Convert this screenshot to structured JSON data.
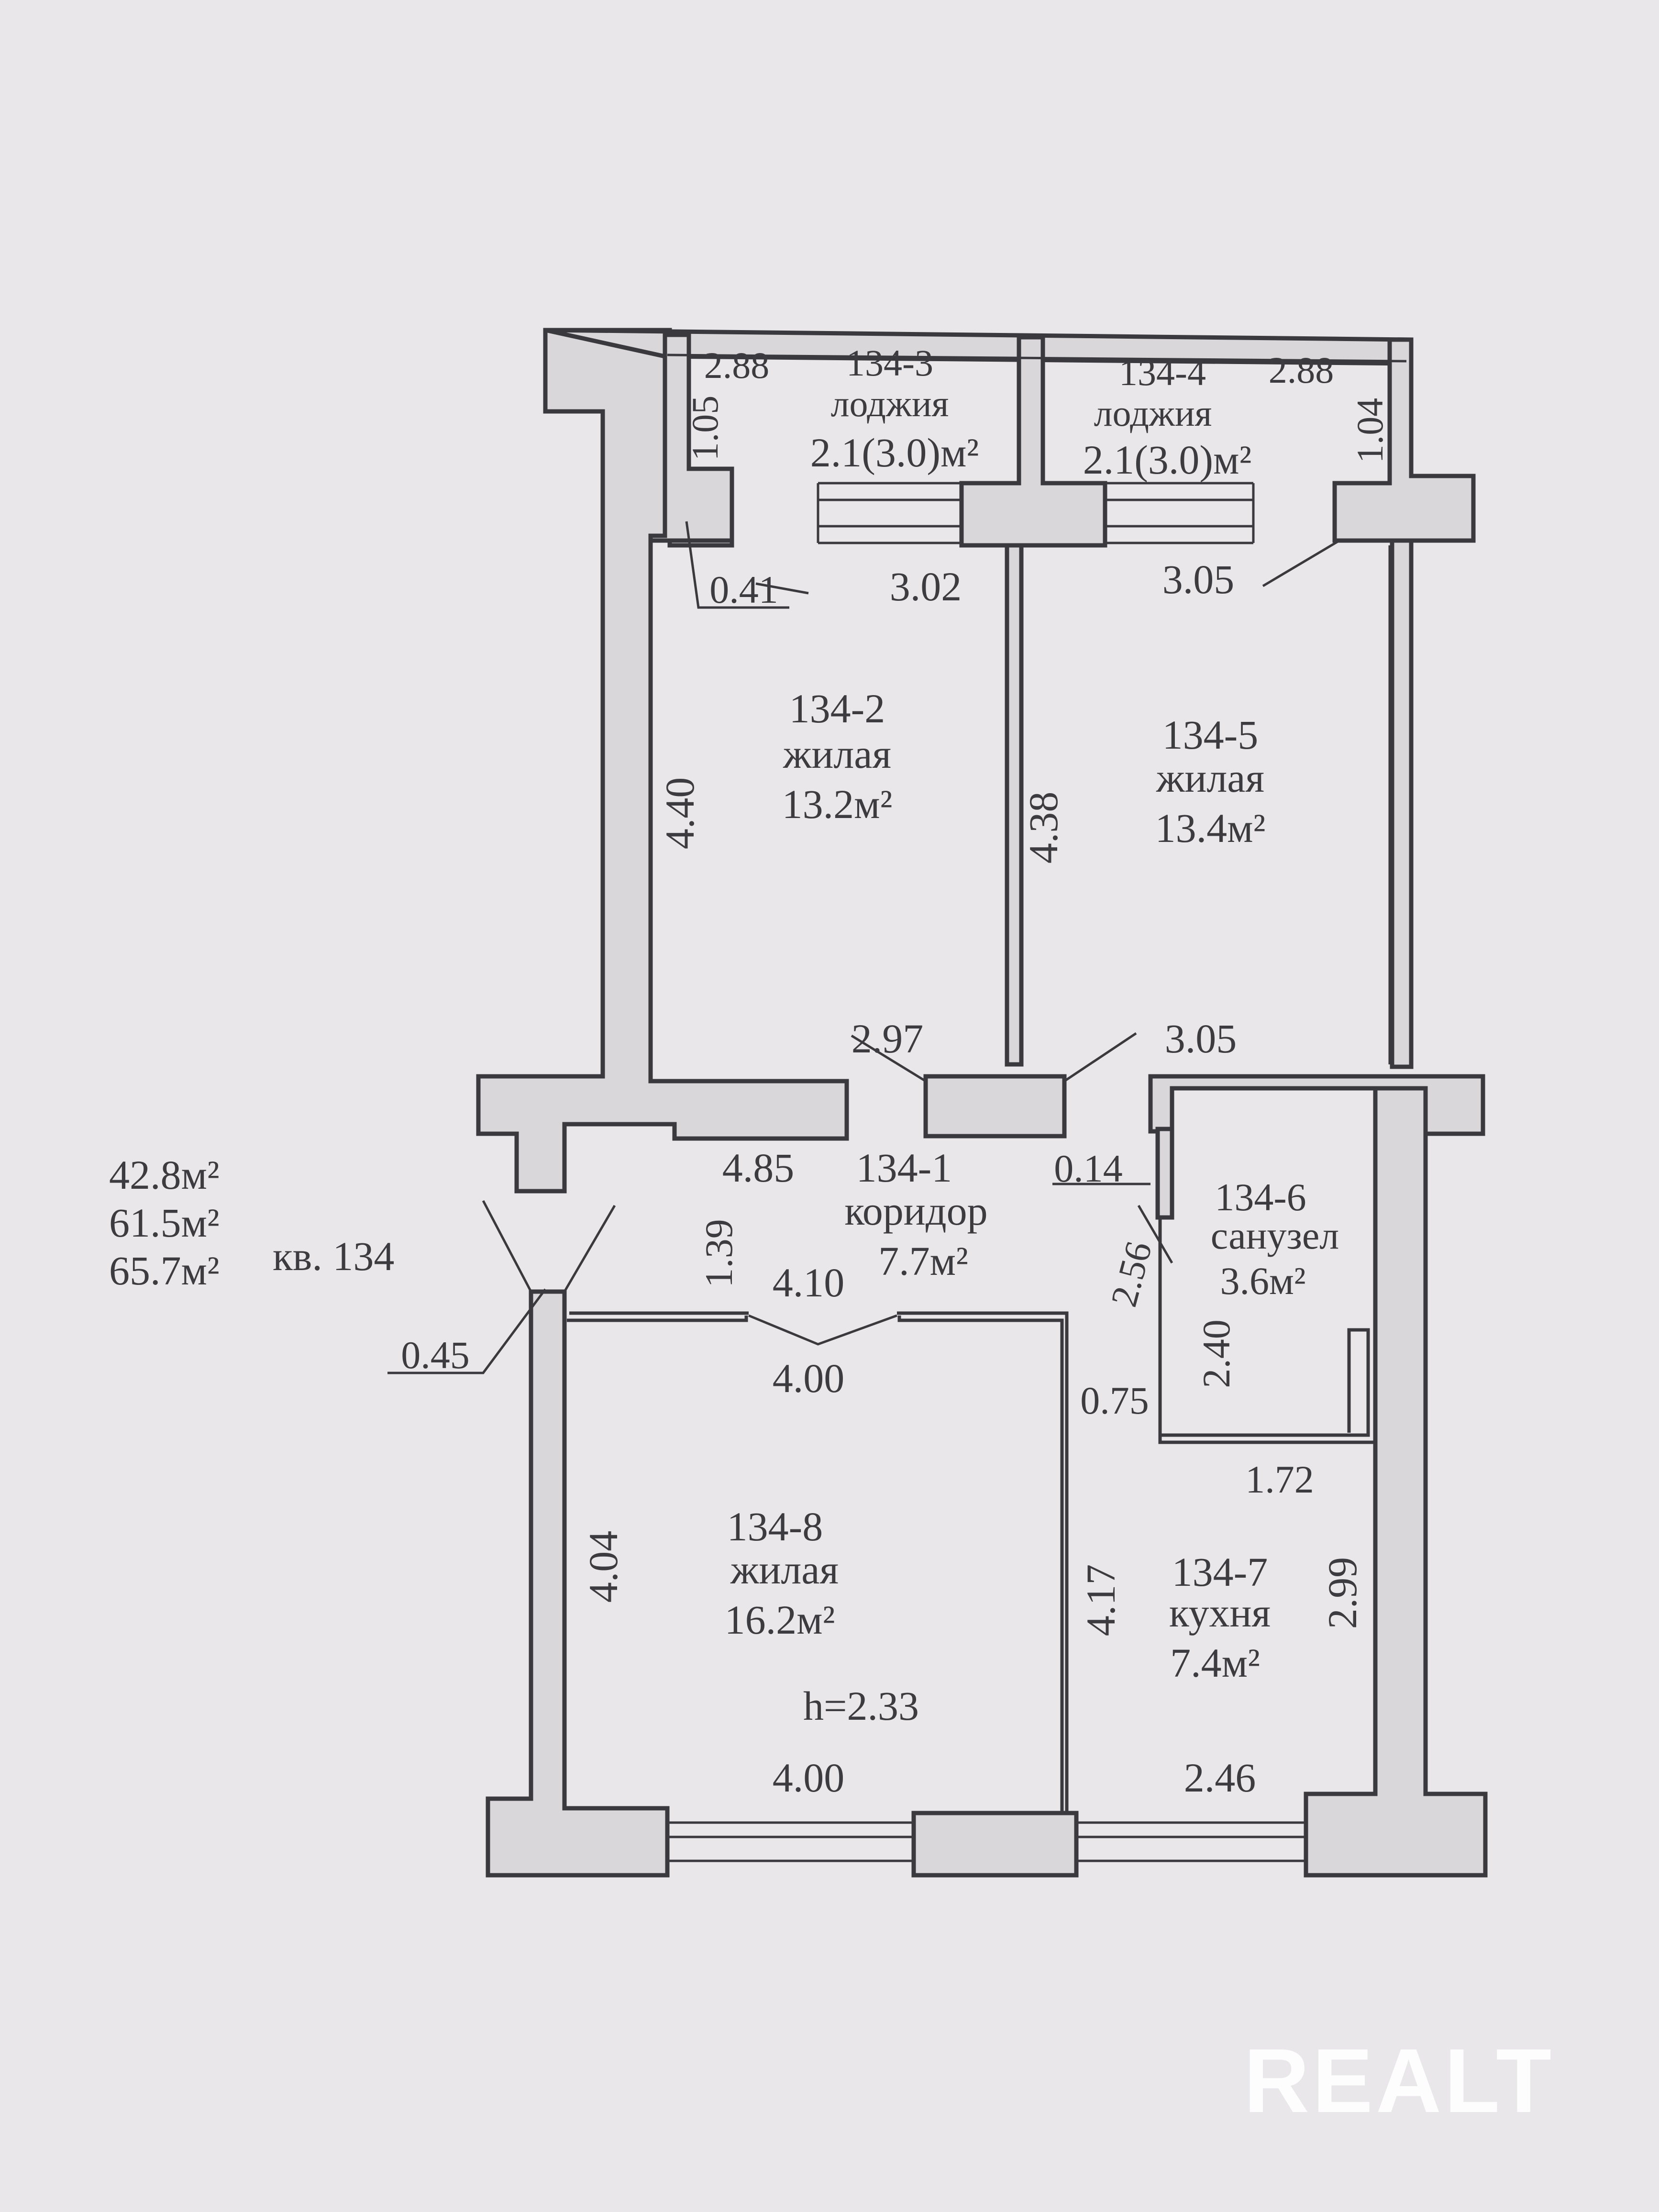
{
  "apartment": {
    "area_living": "42.8м²",
    "area_total": "61.5м²",
    "area_total_with_loggias": "65.7м²",
    "number_label": "кв. 134"
  },
  "rooms": [
    {
      "id": "134-1",
      "name": "коридор",
      "area": "7.7м²"
    },
    {
      "id": "134-2",
      "name": "жилая",
      "area": "13.2м²"
    },
    {
      "id": "134-3",
      "name": "лоджия",
      "area": "2.1(3.0)м²"
    },
    {
      "id": "134-4",
      "name": "лоджия",
      "area": "2.1(3.0)м²"
    },
    {
      "id": "134-5",
      "name": "жилая",
      "area": "13.4м²"
    },
    {
      "id": "134-6",
      "name": "санузел",
      "area": "3.6м²"
    },
    {
      "id": "134-7",
      "name": "кухня",
      "area": "7.4м²"
    },
    {
      "id": "134-8",
      "name": "жилая",
      "area": "16.2м²"
    }
  ],
  "dimensions": {
    "loggia3_width": "2.88",
    "loggia3_depth": "1.05",
    "loggia4_width": "2.88",
    "loggia4_depth": "1.04",
    "room2_niche": "0.41",
    "room2_top": "3.02",
    "room2_height": "4.40",
    "room2_bottom": "2.97",
    "room5_top": "3.05",
    "room5_height": "4.38",
    "room5_bottom": "3.05",
    "corridor_length": "4.85",
    "corridor_width": "1.39",
    "corridor_lower": "4.10",
    "wall_step": "0.14",
    "entry_wall": "0.45",
    "room8_top": "4.00",
    "room8_height": "4.04",
    "room8_bottom": "4.00",
    "ceiling_height": "h=2.33",
    "wc_depth": "2.56",
    "wc_height": "2.40",
    "wc_gap": "0.75",
    "wc_width": "1.72",
    "kitchen_left": "4.17",
    "kitchen_right": "2.99",
    "kitchen_bottom": "2.46"
  },
  "watermark": "REALT"
}
